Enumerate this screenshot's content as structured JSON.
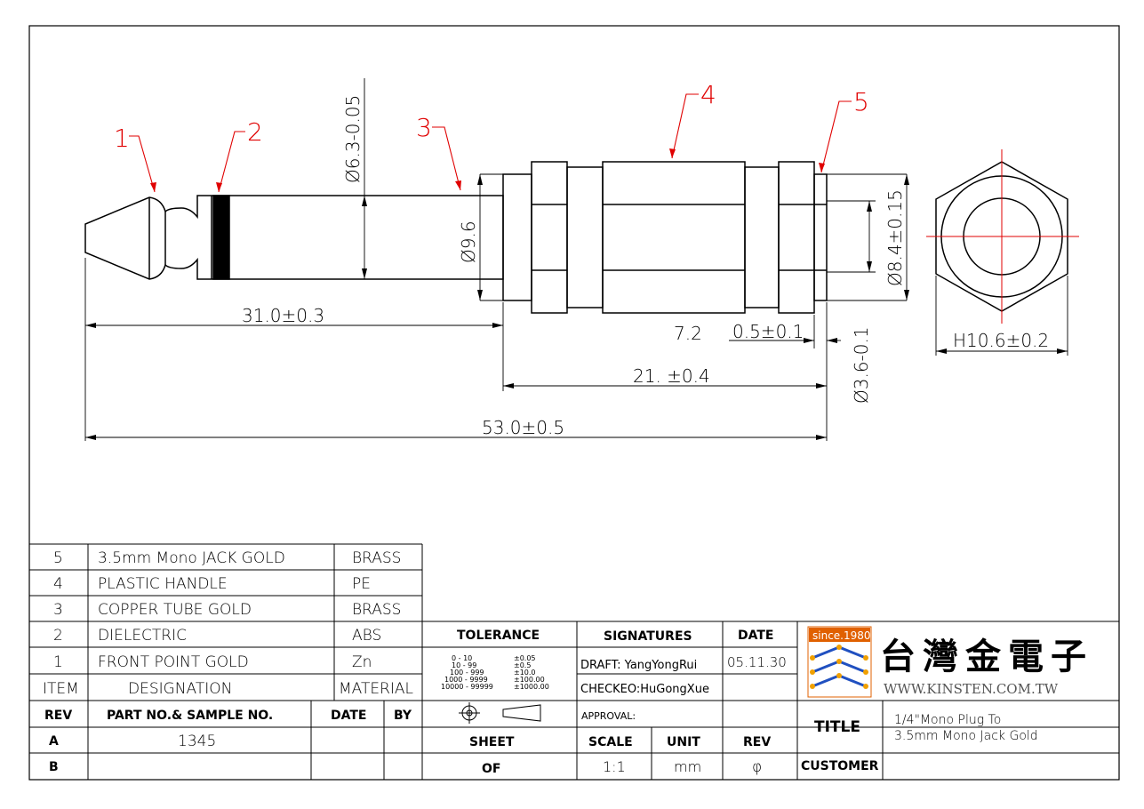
{
  "balloons": [
    "1",
    "2",
    "3",
    "4",
    "5"
  ],
  "dims": {
    "d_plug": "Ø6.3-0.05",
    "d_96": "Ø9.6",
    "d_84": "Ø8.4±0.15",
    "d_36": "Ø3.6-0.1",
    "l_31": "31.0±0.3",
    "l_72": "7.2",
    "l_05": "0.5±0.1",
    "l_21": "21. ±0.4",
    "l_53": "53.0±0.5",
    "hex": "H10.6±0.2"
  },
  "bom": {
    "rows": [
      {
        "item": "5",
        "designation": "3.5mm Mono JACK GOLD",
        "material": "BRASS"
      },
      {
        "item": "4",
        "designation": "PLASTIC HANDLE",
        "material": "PE"
      },
      {
        "item": "3",
        "designation": "COPPER TUBE GOLD",
        "material": "BRASS"
      },
      {
        "item": "2",
        "designation": "DIELECTRIC",
        "material": "ABS"
      },
      {
        "item": "1",
        "designation": "FRONT POINT GOLD",
        "material": "Zn"
      }
    ],
    "header": {
      "item": "ITEM",
      "designation": "DESIGNATION",
      "material": "MATERIAL"
    }
  },
  "rev_table": {
    "header": {
      "rev": "REV",
      "part": "PART NO.& SAMPLE NO.",
      "date": "DATE",
      "by": "BY"
    },
    "rows": [
      {
        "rev": "A",
        "part": "1345",
        "date": "",
        "by": ""
      },
      {
        "rev": "B",
        "part": "",
        "date": "",
        "by": ""
      }
    ]
  },
  "tolerance": {
    "title": "TOLERANCE",
    "ranges": [
      "0 - 10",
      "10 - 99",
      "100 - 999",
      "1000 - 9999",
      "10000 - 99999"
    ],
    "values": [
      "±0.05",
      "±0.5",
      "±10.0",
      "±100.00",
      "±1000.00"
    ]
  },
  "signatures": {
    "title": "SIGNATURES",
    "draft": "DRAFT: YangYongRui",
    "checked": "CHECKEO:HuGongXue",
    "approval": "APPROVAL:"
  },
  "date": {
    "title": "DATE",
    "value": "05.11.30"
  },
  "logo": {
    "since": "since.1980",
    "name": "台灣金電子",
    "url": "WWW.KINSTEN.COM.TW"
  },
  "title_block": {
    "title_label": "TITLE",
    "title_line1": "1/4\"Mono Plug To",
    "title_line2": "3.5mm Mono Jack Gold",
    "customer_label": "CUSTOMER",
    "sheet": "SHEET",
    "of": "OF",
    "scale_label": "SCALE",
    "scale": "1:1",
    "unit_label": "UNIT",
    "unit": "mm",
    "rev_label": "REV",
    "rev": "φ"
  }
}
